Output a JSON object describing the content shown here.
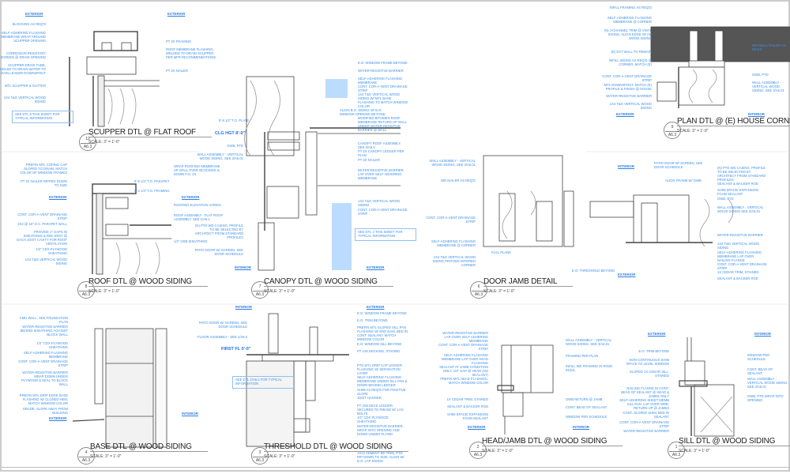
{
  "sheet_number": "A6.3",
  "details": [
    {
      "num": "12",
      "sheet": "A6.3",
      "title": "SCUPPER DTL @ FLAT ROOF",
      "scale": "SCALE:  3\" = 1'-0\"",
      "labels": [
        "EXTERIOR",
        "EXTERIOR",
        "BLOCKING AS REQ'D",
        "SELF-ADHERING FLASHING MEMBRANE WRAP AROUND SCUPPER OPENING",
        "CORROSION RESISTANT SCREEN @ DRAIN OPENING",
        "SCUPPER DRAIN TUBE, ANGLED TO DRAIN WATER TO RAIN LEADER DOWNSPOUT",
        "MTL SCUPPER & GUTTER",
        "1X4 T&G VERTICAL WOOD SIDING",
        "SEE DTL 8 THIS SHEET FOR TYPICAL INFORMATION",
        "PT 2X FRAMING",
        "ROOF MEMBRANE FLASHING, WELDED TO DRAIN SCUPPER PER MFR RECOMMENDATIONS",
        "PT 2X NAILER"
      ]
    },
    {
      "num": "9",
      "sheet": "A6.3",
      "title": "PLAN DTL @ (E) HOUSE CORNER",
      "scale": "SCALE:  3\" = 1'-0\"",
      "labels": [
        "INFILL FRAMING AS REQ'D",
        "SELF-ADHERING FLASHING MEMBRANE @ CORNER",
        "(N) J-CHANNEL TRIM @ VINYL SIDING, ALIGN EDGE W/ (N) WOOD SIDING",
        "(E) EXT WALL TO REMAIN",
        "INFILL SIDING AS REQ'D @ CORNER, MATCH (E)",
        "CONT. COR-A-VENT DRAINAGE STRIP",
        "MTL DOWNSPOUT, MATCH (E) PROFILE & FINISH @ HOUSE",
        "WATER-RESISTIVE BARRIER",
        "1X4 T&G VERTICAL WOOD SIDING",
        "DRYWALL NAILER AS REQ'D",
        "GWB, PTD",
        "WALL ASSEMBLY - VERTICAL WOOD SIDING. SEE 3/A6.01",
        "EXTERIOR",
        "INTERIOR"
      ]
    },
    {
      "num": "8",
      "sheet": "A6.3",
      "title": "ROOF DTL @ WOOD SIDING",
      "scale": "SCALE:  3\" = 1'-0\"",
      "labels": [
        "PREFIN MTL COPING CAP SLOPED TO DRAIN, MATCH COLOR OF WINDOW FRAMES",
        "PT 2X NAILER RIPPED DOWN TO SIZE",
        "EXTERIOR",
        "CONT. COR-A-VENT DRAINAGE STRIP",
        "2X4 @ 16\" O.C. PARAPET WALL",
        "PROVIDE 1\" GAPS IN SHEATHING & RIM JOIST @ EACH JOIST CAVITY FOR ROOF VENTILATION",
        "1/2\" CDX PLYWOOD SHEATHING",
        "1X4 T&G VERTICAL WOOD SIDING",
        "WRAP ROOFING MEMBRANE UP WALL OVER BLOCKING & DOWN F.O. 2X",
        "EXTERIOR",
        "ROOFING ELEVATION VARIES",
        "ROOF ASSEMBLY - FLAT ROOF ASSEMBLY. SEE 1/A6.1",
        "1/2\" OSB SHEATHING",
        "9'-8 1/2\" T.O. PARAPET",
        "9'-4 1/4\" T.O. FRAMING"
      ]
    },
    {
      "num": "7",
      "sheet": "A6.3",
      "title": "CANOPY DTL @ WOOD SIDING",
      "scale": "SCALE:  3\" = 1'-0\"",
      "labels": [
        "E.O. WINDOW FRAME BEYOND",
        "WATER-RESISTIVE BARRIER",
        "SELF-ADHERING FLASHING MEMBRANE",
        "CONT. COR-A-VENT DRAINAGE STRIP",
        "1X4 T&G VERTICAL WOOD SIDING W/ MTL BASE FLASHING TO MATCH WINDOW COLOR",
        "ALIGN B.O. SIDING W/ B.O. WINDOW OPENING BEYOND",
        "MODIFIED BITUMEN ROOF MEMBRANE RETURN UP WALL UNDER WATER-RESISTIVE BARRIER @ WALL",
        "CANOPY ROOF ASSEMBLY. SEE 3/A6.0",
        "PT 2X CANOPY LEDGER PER PLAN",
        "PT 2X NAILER",
        "WATER-RESISTIVE BARRIER LAP OVER SELF ADHERING MEMBRANE",
        "1X4 T&G VERTICAL WOOD SIDING",
        "CONT. COR-A-VENT DRAINAGE STRIP",
        "SEE DTL 2 THIS SHEET FOR TYPICAL INFORMATION",
        "8'-5 1/2\" T.O. PLATE",
        "CLG HGT 8'-0\"",
        "GWB, PTD",
        "WALL ASSEMBLY - VERTICAL WOOD SIDING. SEE 3/A6.01",
        "(N) PTD WD CASING, PROFILE TO BE SELECTED BY ARCHITECT FROM STANDARD PROFILES",
        "PATIO DOOR W/ SCREEN, SEE DOOR SCHEDULE",
        "INTERIOR",
        "EXTERIOR"
      ]
    },
    {
      "num": "6",
      "sheet": "A6.3",
      "title": "DOOR JAMB DETAIL",
      "scale": "SCALE:  3\" = 1'-0\"",
      "labels": [
        "WALL ASSEMBLY - VERTICAL WOOD SIDING. SEE 3/A6.01",
        "WD NAILER AS REQ'D",
        "CONT. COR-A-VENT DRAINAGE STRIP",
        "SELF-ADHERING FLASHING MEMBRANE @ CORNER",
        "1X4 T&G VERTICAL WOOD SIDING PROVIDE MITERED CORNER",
        "FULL PLANK",
        "E.O. THRESHOLD BEYOND",
        "INTERIOR",
        "PATIO DOOR W/ SCREEN, SEE DOOR SCHEDULE",
        "ALIGN FRAME W/ GWB",
        "EXTERIOR",
        "(N) PTD WD CASING, PROFILE TO BE SELECTED BY ARCHITECT FROM STANDARD PROFILES",
        "SEALANT & BACKER ROD",
        "SHIM SPACE/ EXPANSION FOAM SEALANT",
        "GWB, PTD",
        "WALL ASSEMBLY - VERTICAL WOOD SIDING SEE 3/A6.01",
        "WATER-RESISTIVE BARRIER",
        "1X4 T&G VERTICAL WOOD SIDING",
        "SELF-ADHERING FLASHING MEMBRANE LAP OVER NAILING FLANGE",
        "CONT. COR-A-VENT DRAINAGE STRIP",
        "1X CEDAR TRIM, STAINED",
        "SEALANT & BACKER ROD"
      ]
    },
    {
      "num": "4",
      "sheet": "A6.3",
      "title": "BASE DTL @ WOOD SIDING",
      "scale": "SCALE:  3\" = 1'-0\"",
      "labels": [
        "CMU WALL, SEE FOUNDATION PLAN",
        "WATER-RESISTIVE BARRIER BEHIND SHEATHING AGAINST BLOCK WALL",
        "1/2\" CDX PLYWOOD SHEATHING",
        "SELF-ADHERING FLASHING MEMBRANE",
        "CONT. COR-A-VENT DRAINAGE STRIP",
        "WATER-RESISTIVE BARRIER WRAP DOWN UNDER PLYWOOD & SEAL TO BLOCK WALL",
        "PREFIN MTL DRIP EDGE BASE FLASHING W/ CLOSED HEM, MATCH WINDOW COLOR",
        "GRADE, SLOPE AWAY FROM BUILDING",
        "EXTERIOR",
        "INTERIOR"
      ]
    },
    {
      "num": "3",
      "sheet": "A6.3",
      "title": "THRESHOLD DTL @ WOOD SIDING",
      "scale": "SCALE:  3\" = 1'-0\"",
      "labels": [
        "INTERIOR",
        "EXTERIOR",
        "PATIO DOOR W/ SCREEN, SEE DOOR SCHEDULE",
        "FLOOR ASSEMBLY - SEE 1/A6.0",
        "FIRST FL 0'-0\"",
        "SEE DTL 1/A6.2 FOR TYPICAL INFORMATION",
        "E.O. WINDOW FRAME BEYOND",
        "E.O. TRIM BEYOND",
        "PREFIN MTL SLOPED SILL PAN FLASHING W/ END DAM, BED IN CONT. SEALANT. MATCH WINDOW COLOR",
        "E.O. WINDOW SILL BEYOND",
        "PT 1X6 DECKING, STAINED",
        "PTD MTL DRIP CAP LEDGER FLASHING W/ SEPARATION LAYER",
        "SELF-ADHERING FLASHING MEMBRANE UNDER SILL PAN & DOWN BEHIND LEDGER",
        "SHIM AS REQ'D FOR POSITIVE SLOPE",
        "JOIST HANGER",
        "PT 2X8 DECK LEDGER SECURED TO RIM BD W/ LAG BOLTS",
        "1/2\" CDX PLYWOOD SHEATHING",
        "WATER-RESISTIVE BARRIER, WRAP INTO OPENING AND DOWN UNDER PLYWD",
        "1X12 CEMENT BD TRIM, PTD. RIP DOWN TO SIZE. ALIGN W/ B.O. LAP SIDING"
      ]
    },
    {
      "num": "2",
      "sheet": "A6.3",
      "title": "HEAD/JAMB DTL @ WOOD SIDING",
      "scale": "SCALE:  3\" = 1'-0\"",
      "labels": [
        "WATER-RESISTIVE BARRIER LAP OVER SELF ADHERING MEMBRANE",
        "CONT. COR-A-VENT DRAINAGE STRIP",
        "SELF-ADHERING FLASHING MEMBRANE LAP OVER HEAD FLASHING",
        "SEALANT AT JAMB CONDITION ONLY, 1/4\" GAP @ HEAD (NO SEALANT)",
        "PREFIN MTL HEAD FLASHING, MATCH WINDOW COLOR",
        "1X CEDAR TRIM, STAINED",
        "SEALANT & BACKER ROD",
        "SHIM SPACE/ EXPANSION FOAM SEALANT",
        "EXTERIOR",
        "WALL ASSEMBLY - VERTICAL WOOD SIDING. SEE 3/A6.01",
        "FRAMING PER PLAN",
        "INFILL WD FRAMING IN RIGID INSUL",
        "GWB RETURN @ JAMB",
        "CONT. BEAD OF SEALANT",
        "WINDOW PER SCHEDULE",
        "INTERIOR"
      ]
    },
    {
      "num": "1",
      "sheet": "A6.3",
      "title": "SILL DTL @ WOOD SIDING",
      "scale": "SCALE:  3\" = 1'-0\"",
      "labels": [
        "EXTERIOR",
        "INTERIOR",
        "E.O. TRIM BEYOND",
        "NON-CONTINUOUS SHIM SPACE TO LEVEL WINDOW",
        "SLOPED 1X CEDAR SILL, STAINED",
        "NAILING FLANGE IN CONT. BEAD OF SEALANT @ HEAD & JAMBS ONLY",
        "SELF-ADHERING SHEET MEMB SILL PAN, LAP OVER WRB, RETURN UP @ JAMBS",
        "CONT. SLOPED SHIM, BED IN SEALANT",
        "CONT. COR-A-VENT DRAINAGE STRIP",
        "WATER-RESISTIVE BARRIER",
        "WINDOW PER SCHEDULE",
        "CONT. BEAD OF SEALANT",
        "WALL ASSEMBLY - VERTICAL WOOD SIDING. SEE 3/A6.01",
        "GWB, PTD WRAP INTO OPENING"
      ]
    }
  ],
  "colors": {
    "annotation": "#3d8fe6",
    "linework": "#333333",
    "glazing": "#bcdcff"
  }
}
